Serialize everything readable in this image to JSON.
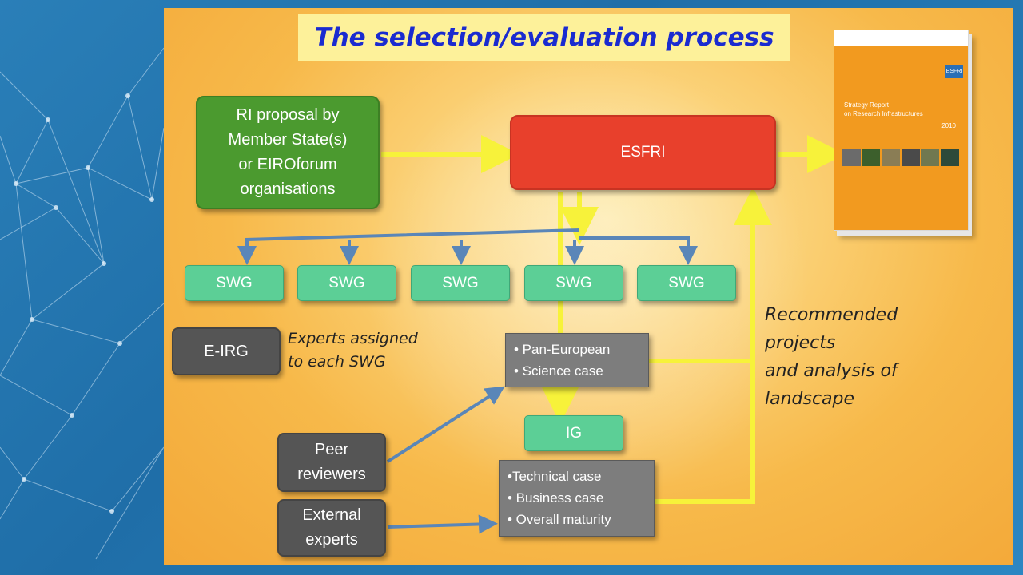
{
  "title": "The selection/evaluation process",
  "nodes": {
    "proposal": {
      "lines": [
        "RI proposal by",
        "Member State(s)",
        "or EIROforum",
        "organisations"
      ]
    },
    "esfri": "ESFRI",
    "swg": [
      "SWG",
      "SWG",
      "SWG",
      "SWG",
      "SWG"
    ],
    "eirg": "E-IRG",
    "peer_reviewers": {
      "lines": [
        "Peer",
        "reviewers"
      ]
    },
    "external_experts": {
      "lines": [
        "External",
        "experts"
      ]
    },
    "ig": "IG",
    "pan_european_box": [
      "• Pan-European",
      "• Science case"
    ],
    "technical_box": [
      "•Technical case",
      "• Business case",
      "• Overall maturity"
    ]
  },
  "notes": {
    "experts_assigned": [
      "Experts assigned",
      "to each SWG"
    ],
    "recommended": [
      "Recommended",
      "projects",
      "and analysis of",
      "landscape"
    ]
  },
  "report": {
    "title_lines": [
      "Strategy Report",
      "on Research Infrastructures"
    ],
    "year": "2010",
    "logo": "ESFRI"
  },
  "colors": {
    "yellow_arrow": "#f7f23a",
    "blue_arrow": "#5a86b8",
    "proposal_green": "#4b9a2f",
    "esfri_red": "#e8402c",
    "swg_green": "#5ccf96",
    "dark_gray": "#555555",
    "title_blue": "#1a2bd0"
  }
}
